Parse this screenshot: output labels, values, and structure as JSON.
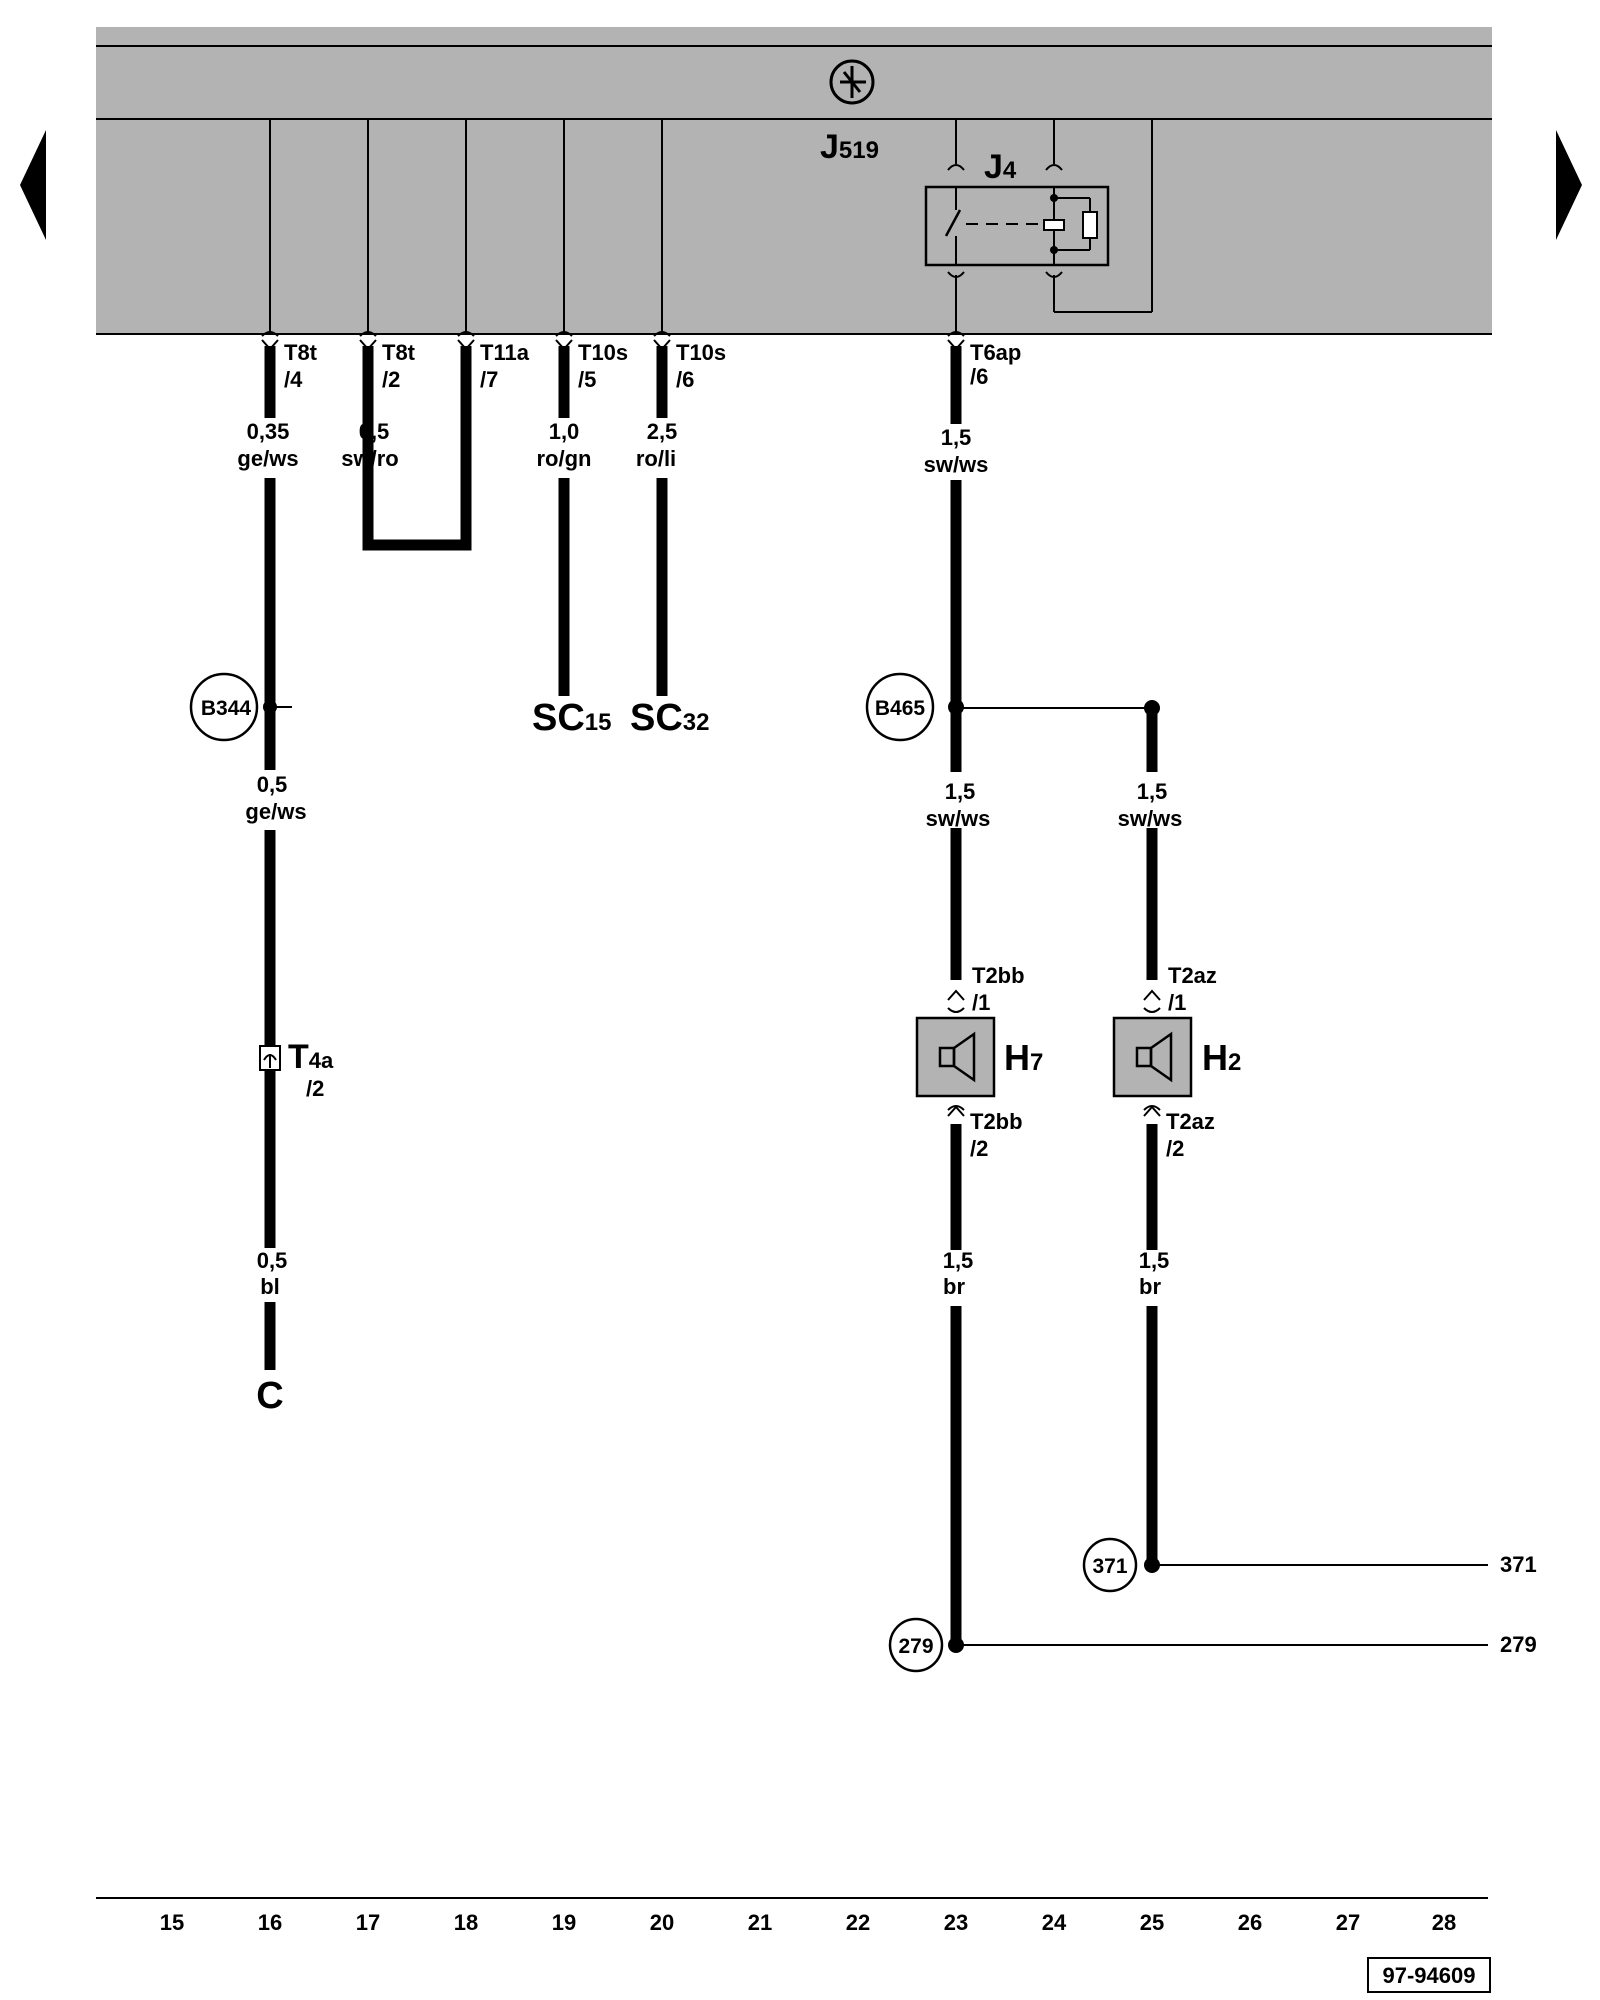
{
  "control_unit": {
    "label": "J",
    "sub": "519"
  },
  "relay": {
    "label": "J",
    "sub": "4"
  },
  "nav": {
    "prev": "previous-page",
    "next": "next-page"
  },
  "terminals": [
    {
      "l1": "T8t",
      "l2": "/4"
    },
    {
      "l1": "T8t",
      "l2": "/2"
    },
    {
      "l1": "T11a",
      "l2": "/7"
    },
    {
      "l1": "T10s",
      "l2": "/5"
    },
    {
      "l1": "T10s",
      "l2": "/6"
    },
    {
      "l1": "T6ap",
      "l2": "/6"
    }
  ],
  "wires": [
    {
      "size": "0,35",
      "color": "ge/ws"
    },
    {
      "size": "0,5",
      "color": "sw/ro"
    },
    {
      "size": "1,0",
      "color": "ro/gn"
    },
    {
      "size": "2,5",
      "color": "ro/li"
    },
    {
      "size": "1,5",
      "color": "sw/ws"
    },
    {
      "size": "0,5",
      "color": "ge/ws"
    },
    {
      "size": "1,5",
      "color": "sw/ws"
    },
    {
      "size": "1,5",
      "color": "sw/ws"
    },
    {
      "size": "0,5",
      "color": "bl"
    },
    {
      "size": "1,5",
      "color": "br"
    },
    {
      "size": "1,5",
      "color": "br"
    }
  ],
  "splices": [
    "B344",
    "B465",
    "371",
    "279"
  ],
  "sc": [
    {
      "label": "SC",
      "sub": "15"
    },
    {
      "label": "SC",
      "sub": "32"
    }
  ],
  "connector_t4a": {
    "label": "T",
    "sub": "4a",
    "pin": "/2"
  },
  "ground_c": "C",
  "horn_terminals": [
    {
      "l1": "T2bb",
      "l2": "/1"
    },
    {
      "l1": "T2az",
      "l2": "/1"
    },
    {
      "l1": "T2bb",
      "l2": "/2"
    },
    {
      "l1": "T2az",
      "l2": "/2"
    }
  ],
  "horns": [
    {
      "label": "H",
      "sub": "7"
    },
    {
      "label": "H",
      "sub": "2"
    }
  ],
  "refs": [
    "371",
    "279"
  ],
  "grid": [
    "15",
    "16",
    "17",
    "18",
    "19",
    "20",
    "21",
    "22",
    "23",
    "24",
    "25",
    "26",
    "27",
    "28"
  ],
  "figure_id": "97-94609"
}
